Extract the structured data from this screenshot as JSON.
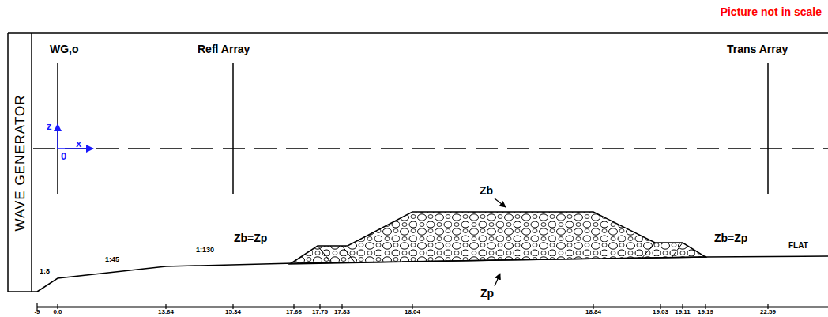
{
  "diagram": {
    "nodes": [
      {
        "text": [
          "WAVE GENERATOR"
        ]
      }
    ],
    "labels": [
      "Picture not in scale",
      "WG,o",
      "Refl Array",
      "Trans Array",
      "z",
      "x",
      "0",
      "Zb",
      "Zb=Zp",
      "Zb=Zp",
      "Zp",
      "FLAT",
      "1:8",
      "1:45",
      "1:130",
      "-9",
      "0.0",
      "13.64",
      "15.34",
      "17.66",
      "17.75",
      "17.83",
      "18.04",
      "18.84",
      "19.03",
      "19.11",
      "19.19",
      "22.59"
    ]
  }
}
